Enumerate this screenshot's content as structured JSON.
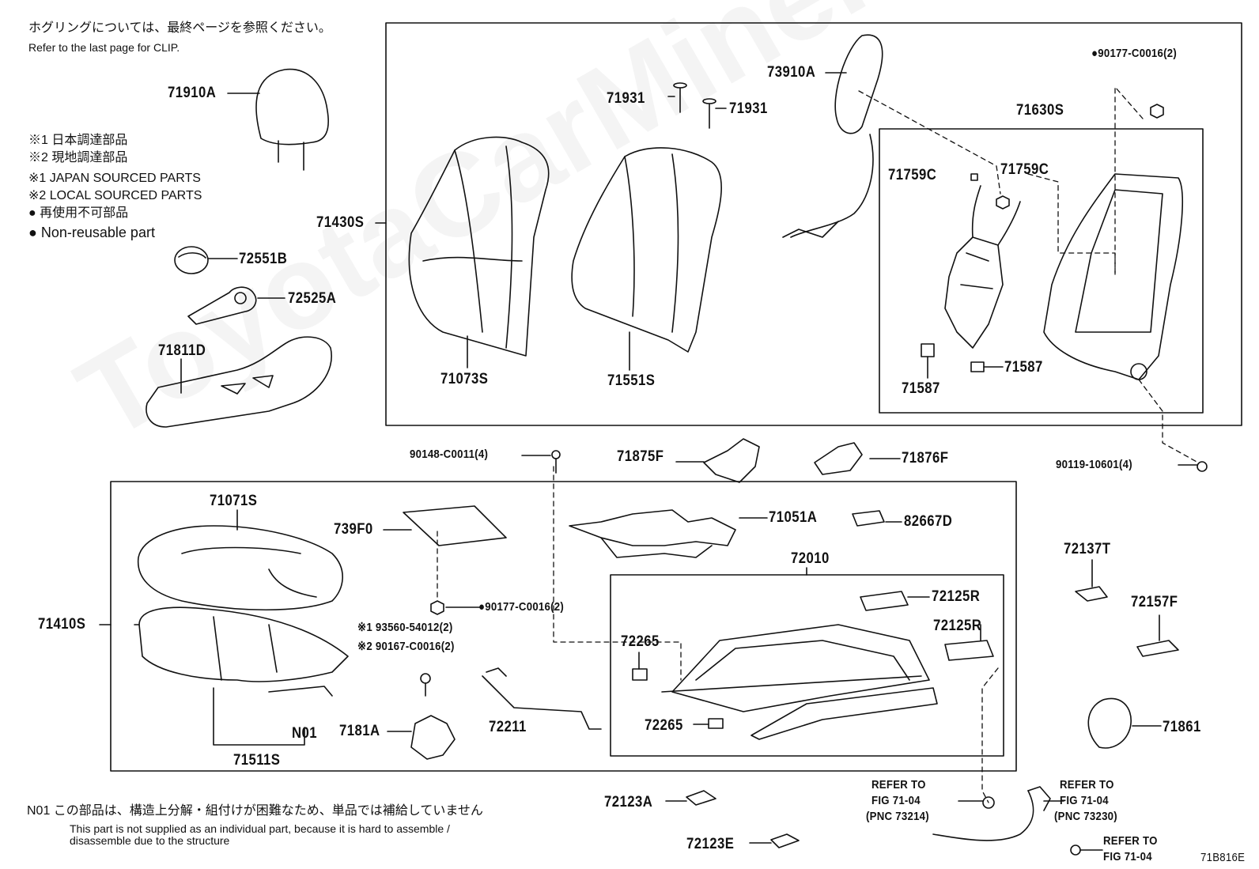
{
  "header": {
    "clip_note_jp": "ホグリングについては、最終ページを参照ください。",
    "clip_note_en": "Refer to the last page for CLIP."
  },
  "legend": {
    "jp1": "※1 日本調達部品",
    "jp2": "※2 現地調達部品",
    "en1": "※1 JAPAN SOURCED PARTS",
    "en2": "※2 LOCAL SOURCED PARTS",
    "nonreuse_jp": "● 再使用不可部品",
    "nonreuse_en": "● Non-reusable part"
  },
  "parts": {
    "p71910A": "71910A",
    "p72551B": "72551B",
    "p72525A": "72525A",
    "p71811D": "71811D",
    "p71430S": "71430S",
    "p71931a": "71931",
    "p71931b": "71931",
    "p73910A": "73910A",
    "p90177a": "●90177-C0016(2)",
    "p71630S": "71630S",
    "p71759Ca": "71759C",
    "p71759Cb": "71759C",
    "p71587a": "71587",
    "p71587b": "71587",
    "p71073S": "71073S",
    "p71551S": "71551S",
    "p90148": "90148-C0011(4)",
    "p71875F": "71875F",
    "p71876F": "71876F",
    "p90119": "90119-10601(4)",
    "p71071S": "71071S",
    "p739F0": "739F0",
    "p71051A": "71051A",
    "p82667D": "82667D",
    "p72137T": "72137T",
    "p72010": "72010",
    "p72125Ra": "72125R",
    "p72125Rb": "72125R",
    "p72157F": "72157F",
    "p71410S": "71410S",
    "p90177b": "●90177-C0016(2)",
    "p93560": "※1 93560-54012(2)",
    "p90167": "※2 90167-C0016(2)",
    "p72265a": "72265",
    "p72265b": "72265",
    "pN01": "N01",
    "p7181A": "7181A",
    "p72211": "72211",
    "p71511S": "71511S",
    "p71861": "71861",
    "p72123A": "72123A",
    "p72123E": "72123E",
    "ref1_l1": "REFER TO",
    "ref1_l2": "FIG 71-04",
    "ref1_l3": "(PNC 73214)",
    "ref2_l1": "REFER TO",
    "ref2_l2": "FIG 71-04",
    "ref2_l3": "(PNC 73230)",
    "ref3_l1": "REFER TO",
    "ref3_l2": "FIG 71-04"
  },
  "footer": {
    "n01_jp": "N01 この部品は、構造上分解・組付けが困難なため、単品では補給していません",
    "n01_en1": "This part is not supplied as an individual part, because it is hard to assemble /",
    "n01_en2": "disassemble due to the structure",
    "fig_code": "71B816E"
  },
  "watermark": "ToyotaCarMine.ru"
}
